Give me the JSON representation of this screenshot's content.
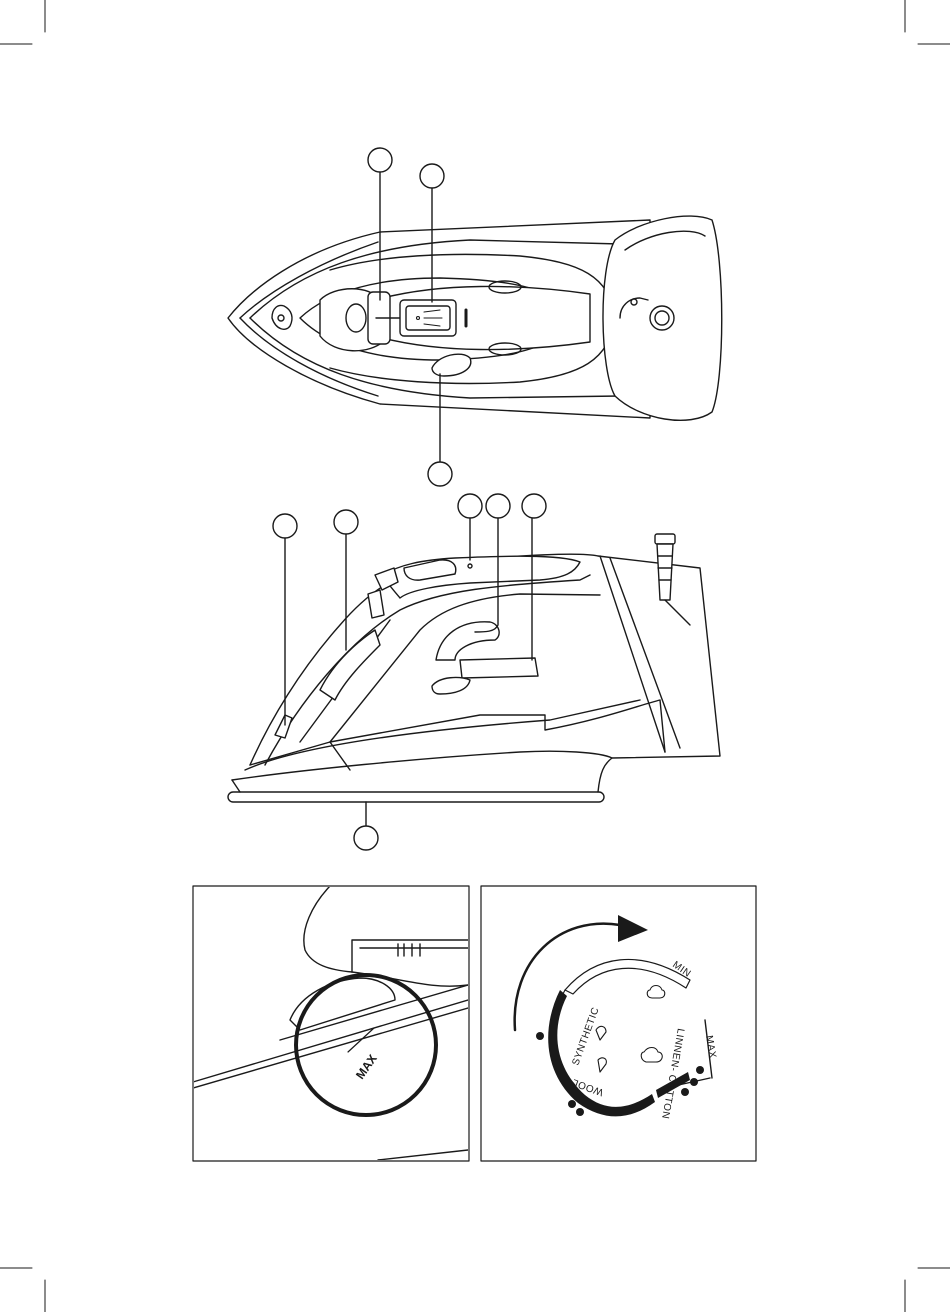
{
  "callouts": [],
  "maxfill": {
    "label": "MAX"
  },
  "dial": {
    "labels": {
      "min": "MIN",
      "synthetic": "SYNTHETIC",
      "wool": "WOOL",
      "linnen_cotton": "LINNEN- COTTON",
      "max": "MAX"
    }
  }
}
